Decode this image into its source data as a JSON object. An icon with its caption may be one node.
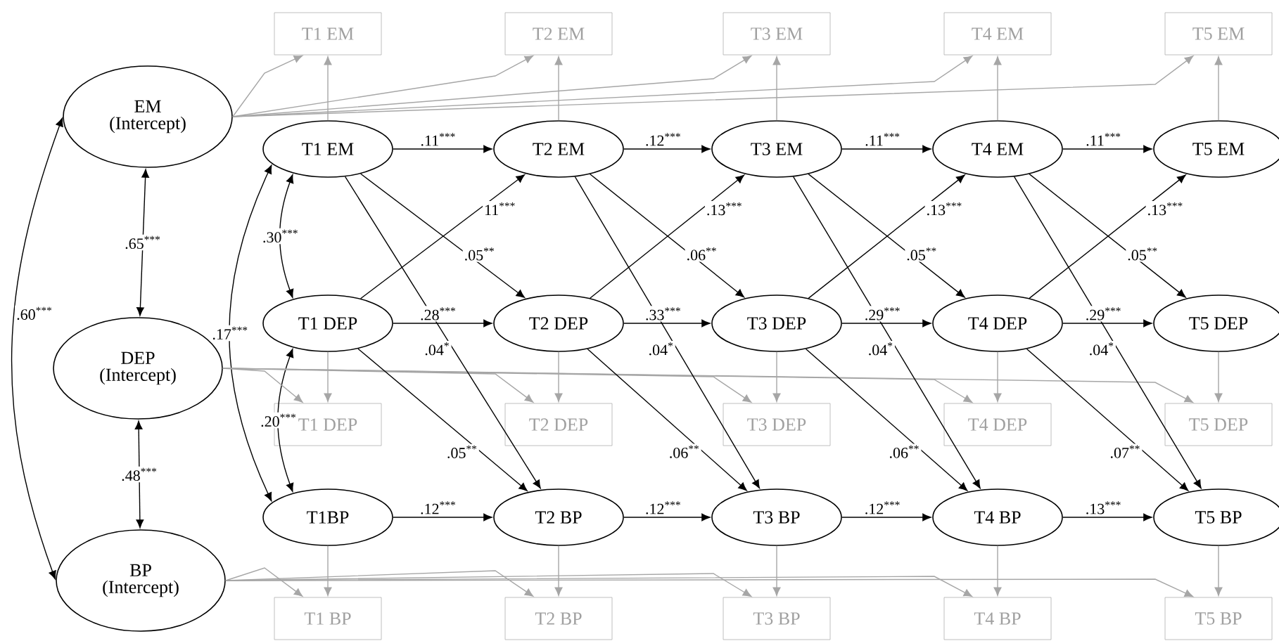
{
  "diagram": {
    "nodes": [
      {
        "text": [
          "EM (Intercept)"
        ]
      },
      {
        "text": [
          "DEP (Intercept)"
        ]
      },
      {
        "text": [
          "BP (Intercept)"
        ]
      },
      {
        "text": [
          "T1 EM"
        ]
      },
      {
        "text": [
          "T1 DEP"
        ]
      },
      {
        "text": [
          "T1BP"
        ]
      },
      {
        "text": [
          "T2 EM"
        ]
      },
      {
        "text": [
          "T2 DEP"
        ]
      },
      {
        "text": [
          "T2 BP"
        ]
      },
      {
        "text": [
          "T3 EM"
        ]
      },
      {
        "text": [
          "T3 DEP"
        ]
      },
      {
        "text": [
          "T3 BP"
        ]
      },
      {
        "text": [
          "T4 EM"
        ]
      },
      {
        "text": [
          "T4 DEP"
        ]
      },
      {
        "text": [
          "T4 BP"
        ]
      },
      {
        "text": [
          "T5 EM"
        ]
      },
      {
        "text": [
          "T5 DEP"
        ]
      },
      {
        "text": [
          "T5 BP"
        ]
      },
      {
        "text": [
          "T1 EM"
        ]
      },
      {
        "text": [
          "T1 DEP"
        ]
      },
      {
        "text": [
          "T1 BP"
        ]
      },
      {
        "text": [
          "T2 EM"
        ]
      },
      {
        "text": [
          "T2 DEP"
        ]
      },
      {
        "text": [
          "T2 BP"
        ]
      },
      {
        "text": [
          "T3 EM"
        ]
      },
      {
        "text": [
          "T3 DEP"
        ]
      },
      {
        "text": [
          "T3 BP"
        ]
      },
      {
        "text": [
          "T4 EM"
        ]
      },
      {
        "text": [
          "T4 DEP"
        ]
      },
      {
        "text": [
          "T4 BP"
        ]
      },
      {
        "text": [
          "T5 EM"
        ]
      },
      {
        "text": [
          "T5 DEP"
        ]
      },
      {
        "text": [
          "T5 BP"
        ]
      }
    ],
    "edges": [
      {
        "from": 0,
        "to": 1,
        "arrow": "both",
        "label": ".65$^{***}$"
      },
      {
        "from": 1,
        "to": 2,
        "arrow": "both",
        "label": ".48$^{***}$"
      },
      {
        "from": 0,
        "to": 2,
        "arrow": "both",
        "label": ".60$^{***}$"
      },
      {
        "from": 3,
        "to": 4,
        "arrow": "both",
        "label": ".30$^{***}$"
      },
      {
        "from": 4,
        "to": 5,
        "arrow": "both",
        "label": ".20$^{***}$"
      },
      {
        "from": 3,
        "to": 5,
        "arrow": "both",
        "label": ".17$^{***}$"
      },
      {
        "from": 3,
        "to": 18,
        "arrow": "to",
        "color": "#a6a6a6"
      },
      {
        "from": 4,
        "to": 19,
        "arrow": "to",
        "color": "#a6a6a6"
      },
      {
        "from": 5,
        "to": 20,
        "arrow": "to",
        "color": "#a6a6a6"
      },
      {
        "from": 6,
        "to": 21,
        "arrow": "to",
        "color": "#a6a6a6"
      },
      {
        "from": 7,
        "to": 22,
        "arrow": "to",
        "color": "#a6a6a6"
      },
      {
        "from": 8,
        "to": 23,
        "arrow": "to",
        "color": "#a6a6a6"
      },
      {
        "from": 9,
        "to": 24,
        "arrow": "to",
        "color": "#a6a6a6"
      },
      {
        "from": 10,
        "to": 25,
        "arrow": "to",
        "color": "#a6a6a6"
      },
      {
        "from": 11,
        "to": 26,
        "arrow": "to",
        "color": "#a6a6a6"
      },
      {
        "from": 12,
        "to": 27,
        "arrow": "to",
        "color": "#a6a6a6"
      },
      {
        "from": 13,
        "to": 28,
        "arrow": "to",
        "color": "#a6a6a6"
      },
      {
        "from": 14,
        "to": 29,
        "arrow": "to",
        "color": "#a6a6a6"
      },
      {
        "from": 15,
        "to": 30,
        "arrow": "to",
        "color": "#a6a6a6"
      },
      {
        "from": 16,
        "to": 31,
        "arrow": "to",
        "color": "#a6a6a6"
      },
      {
        "from": 17,
        "to": 32,
        "arrow": "to",
        "color": "#a6a6a6"
      },
      {
        "from": 0,
        "to": 18,
        "arrow": "to",
        "color": "#a6a6a6"
      },
      {
        "from": 0,
        "to": 21,
        "arrow": "to",
        "color": "#a6a6a6"
      },
      {
        "from": 0,
        "to": 24,
        "arrow": "to",
        "color": "#a6a6a6"
      },
      {
        "from": 0,
        "to": 27,
        "arrow": "to",
        "color": "#a6a6a6"
      },
      {
        "from": 0,
        "to": 30,
        "arrow": "to",
        "color": "#a6a6a6"
      },
      {
        "from": 1,
        "to": 19,
        "arrow": "to",
        "color": "#a6a6a6"
      },
      {
        "from": 1,
        "to": 22,
        "arrow": "to",
        "color": "#a6a6a6"
      },
      {
        "from": 1,
        "to": 25,
        "arrow": "to",
        "color": "#a6a6a6"
      },
      {
        "from": 1,
        "to": 28,
        "arrow": "to",
        "color": "#a6a6a6"
      },
      {
        "from": 1,
        "to": 31,
        "arrow": "to",
        "color": "#a6a6a6"
      },
      {
        "from": 2,
        "to": 20,
        "arrow": "to",
        "color": "#a6a6a6"
      },
      {
        "from": 2,
        "to": 23,
        "arrow": "to",
        "color": "#a6a6a6"
      },
      {
        "from": 2,
        "to": 26,
        "arrow": "to",
        "color": "#a6a6a6"
      },
      {
        "from": 2,
        "to": 29,
        "arrow": "to",
        "color": "#a6a6a6"
      },
      {
        "from": 2,
        "to": 32,
        "arrow": "to",
        "color": "#a6a6a6"
      },
      {
        "from": 3,
        "to": 6,
        "arrow": "to",
        "label": ".11$^{***}$"
      },
      {
        "from": 6,
        "to": 9,
        "arrow": "to",
        "label": ".12$^{***}$"
      },
      {
        "from": 9,
        "to": 12,
        "arrow": "to",
        "label": ".11$^{***}$"
      },
      {
        "from": 12,
        "to": 15,
        "arrow": "to",
        "label": ".11$^{***}$"
      },
      {
        "from": 4,
        "to": 7,
        "arrow": "to",
        "label": ".28$^{***}$"
      },
      {
        "from": 7,
        "to": 10,
        "arrow": "to",
        "label": ".33$^{***}$"
      },
      {
        "from": 10,
        "to": 13,
        "arrow": "to",
        "label": ".29$^{***}$"
      },
      {
        "from": 13,
        "to": 16,
        "arrow": "to",
        "label": ".29$^{***}$"
      },
      {
        "from": 5,
        "to": 8,
        "arrow": "to",
        "label": ".12$^{***}$"
      },
      {
        "from": 8,
        "to": 11,
        "arrow": "to",
        "label": ".12$^{***}$"
      },
      {
        "from": 11,
        "to": 14,
        "arrow": "to",
        "label": ".12$^{***}$"
      },
      {
        "from": 14,
        "to": 17,
        "arrow": "to",
        "label": ".13$^{***}$"
      },
      {
        "from": 4,
        "to": 6,
        "arrow": "to",
        "label": "11$^{***}$"
      },
      {
        "from": 7,
        "to": 9,
        "arrow": "to",
        "label": ".13$^{***}$"
      },
      {
        "from": 10,
        "to": 12,
        "arrow": "to",
        "label": ".13$^{***}$"
      },
      {
        "from": 13,
        "to": 15,
        "arrow": "to",
        "label": ".13$^{***}$"
      },
      {
        "from": 3,
        "to": 7,
        "arrow": "to",
        "label": ".05$^{**}$"
      },
      {
        "from": 6,
        "to": 10,
        "arrow": "to",
        "label": ".06$^{**}$"
      },
      {
        "from": 9,
        "to": 13,
        "arrow": "to",
        "label": ".05$^{**}$"
      },
      {
        "from": 12,
        "to": 16,
        "arrow": "to",
        "label": ".05$^{**}$"
      },
      {
        "from": 4,
        "to": 8,
        "arrow": "to",
        "label": ".05$^{**}$"
      },
      {
        "from": 7,
        "to": 11,
        "arrow": "to",
        "label": ".06$^{**}$"
      },
      {
        "from": 10,
        "to": 14,
        "arrow": "to",
        "label": ".06$^{**}$"
      },
      {
        "from": 13,
        "to": 17,
        "arrow": "to",
        "label": ".07$^{**}$"
      },
      {
        "from": 3,
        "to": 8,
        "arrow": "to",
        "label": ".04$^{*}$"
      },
      {
        "from": 6,
        "to": 11,
        "arrow": "to",
        "label": ".04$^{*}$"
      },
      {
        "from": 9,
        "to": 14,
        "arrow": "to",
        "label": ".04$^{*}$"
      },
      {
        "from": 12,
        "to": 17,
        "arrow": "to",
        "label": ".04$^{*}$"
      }
    ]
  }
}
